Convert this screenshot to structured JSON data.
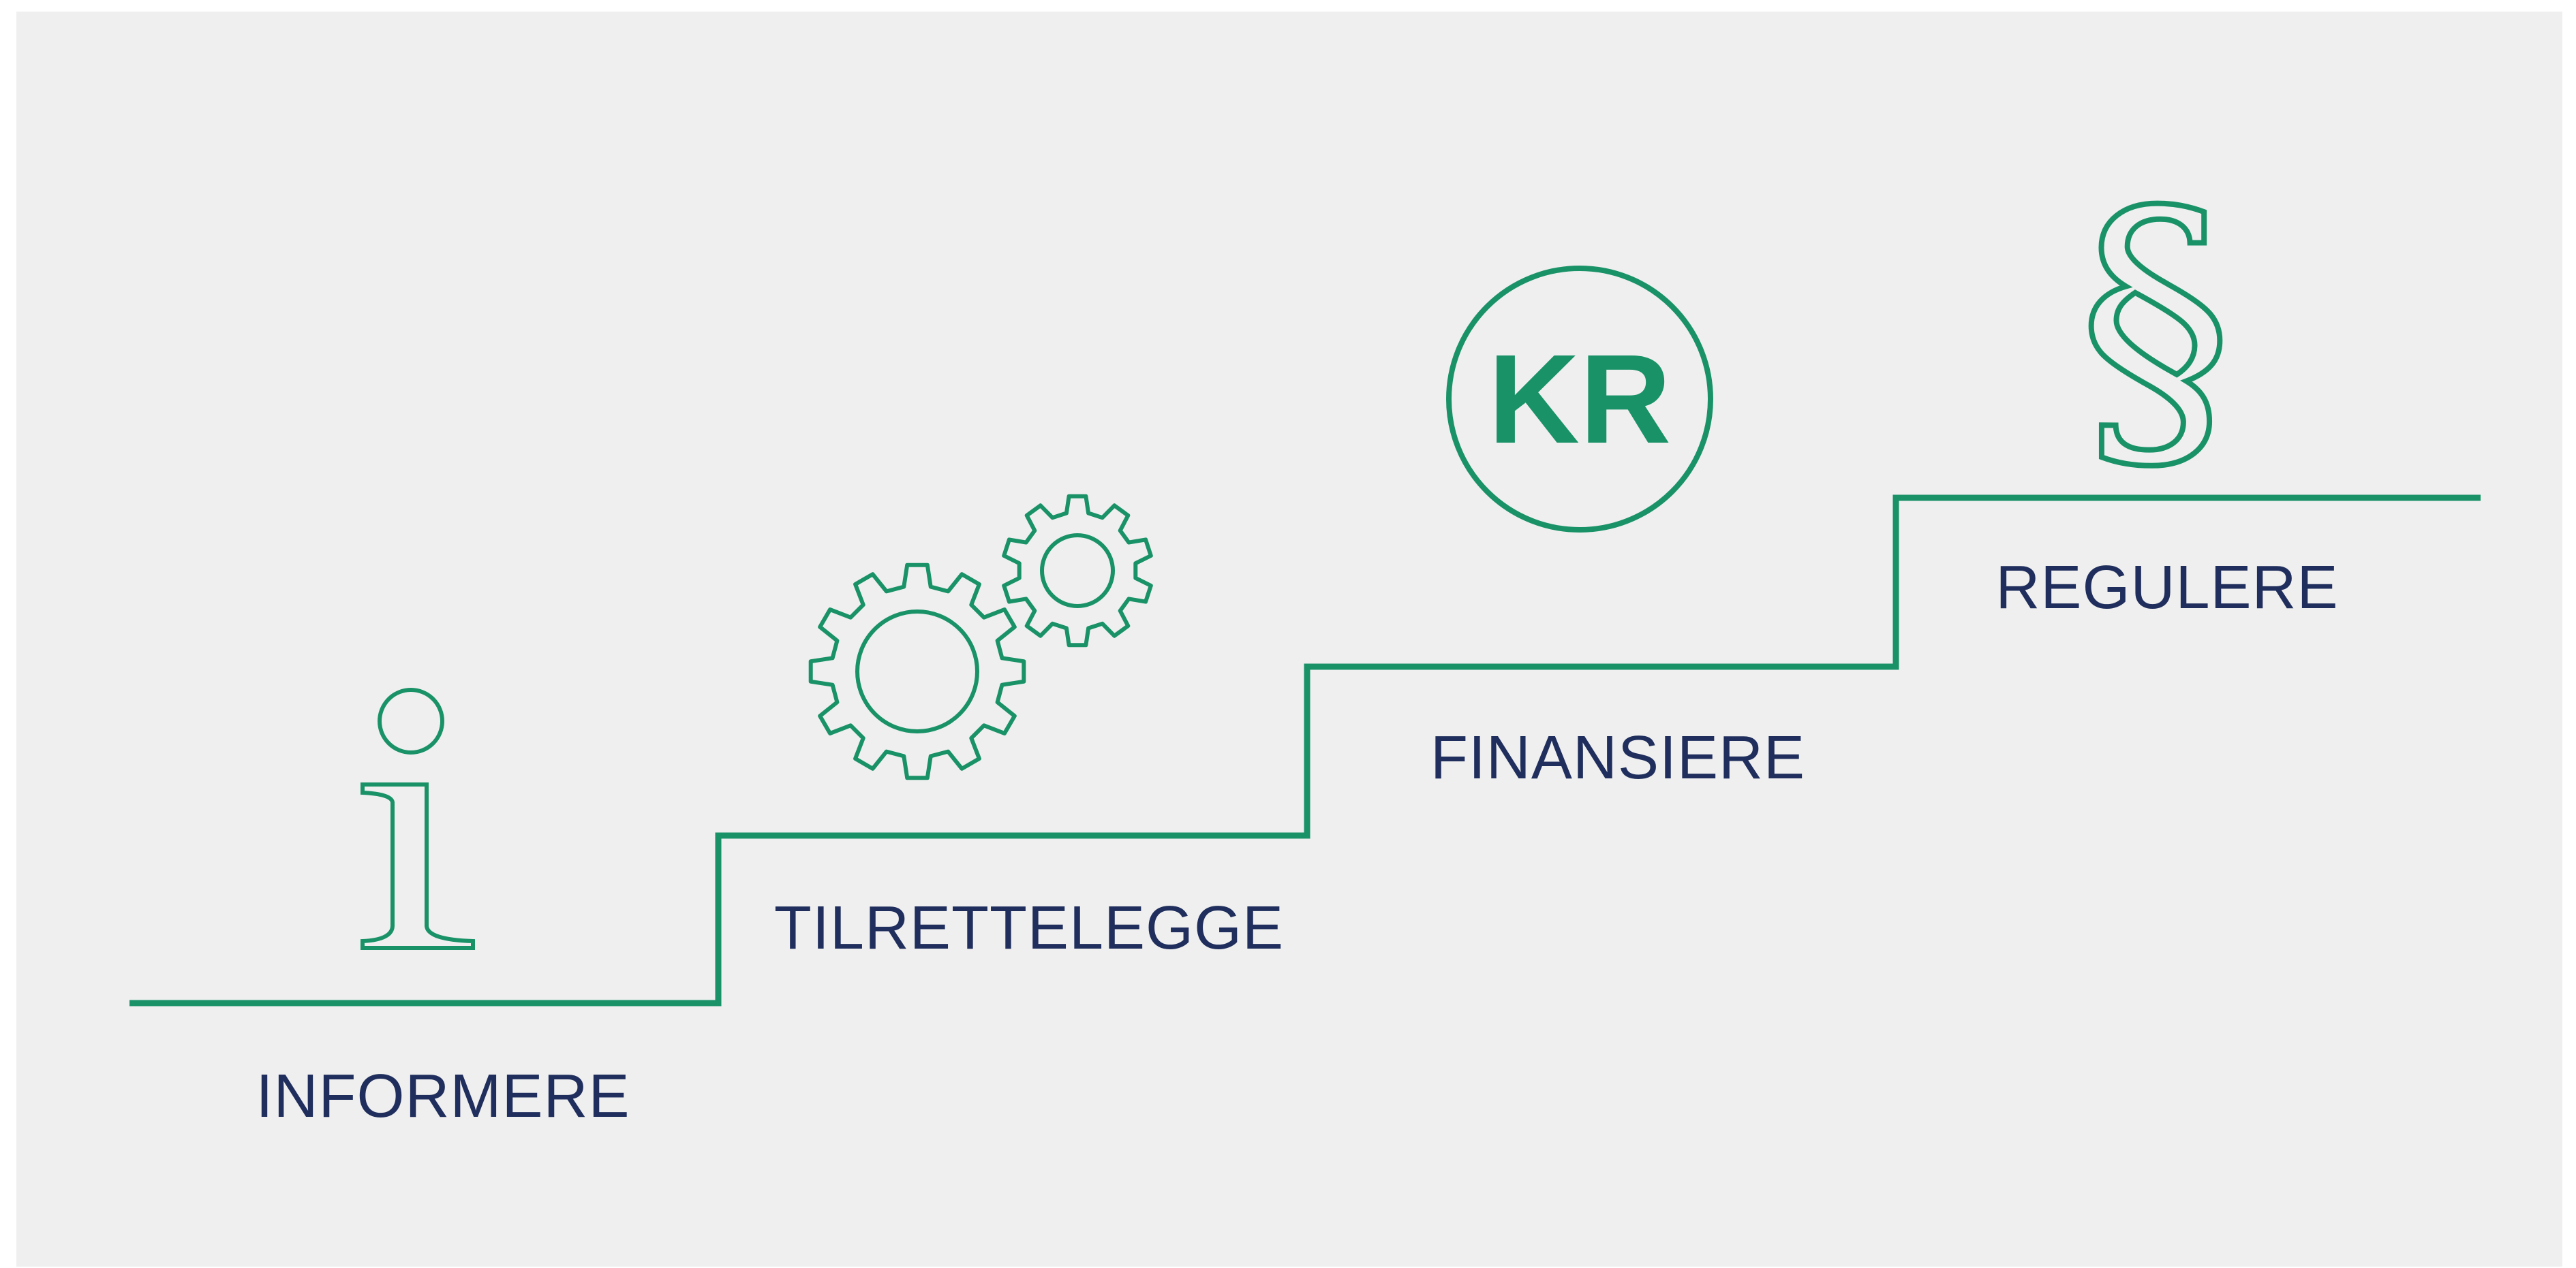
{
  "colors": {
    "accent": "#1a9268",
    "text": "#1f2e5c",
    "background": "#efefef"
  },
  "steps": [
    {
      "label": "INFORMERE",
      "icon": "info-icon"
    },
    {
      "label": "TILRETTELEGGE",
      "icon": "gears-icon"
    },
    {
      "label": "FINANSIERE",
      "icon": "kr-coin-icon",
      "icon_text": "KR"
    },
    {
      "label": "REGULERE",
      "icon": "paragraph-icon",
      "icon_text": "§"
    }
  ]
}
